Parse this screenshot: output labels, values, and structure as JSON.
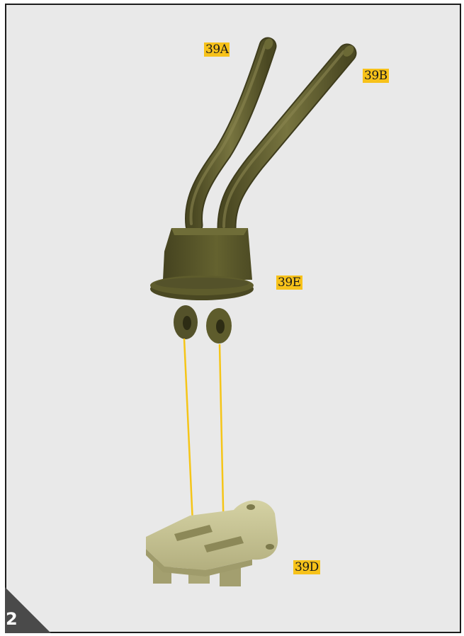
{
  "step": {
    "number": "2"
  },
  "labels": {
    "part_39a": "39A",
    "part_39b": "39B",
    "part_39e": "39E",
    "part_39d": "39D"
  },
  "colors": {
    "background": "#e9e9e9",
    "border": "#1c1c1c",
    "label_highlight": "#f7c21a",
    "guide_line": "#f5c518",
    "part_olive": "#5c5a2c",
    "part_beige": "#c9c595",
    "step_badge": "#4a4a4a"
  },
  "icons": {
    "corner_badge": "triangle-step-badge"
  }
}
